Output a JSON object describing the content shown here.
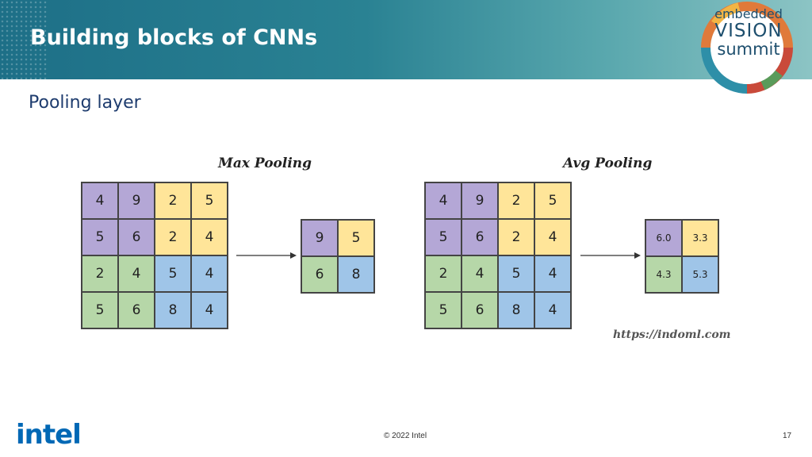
{
  "slide": {
    "title": "Building blocks of CNNs",
    "subtitle": "Pooling layer",
    "page_number": "17",
    "copyright": "© 2022 Intel",
    "logo_text": "intel",
    "badge": {
      "line1": "embedded",
      "line2": "VISION",
      "line3": "summit"
    },
    "credit": "https://indoml.com"
  },
  "colors": {
    "purple": "#b4a7d6",
    "yellow": "#ffe599",
    "green": "#b6d7a8",
    "blue": "#9fc5e8",
    "header": "#2a8293"
  },
  "max_pooling": {
    "title": "Max Pooling",
    "input": [
      [
        "4",
        "9",
        "2",
        "5"
      ],
      [
        "5",
        "6",
        "2",
        "4"
      ],
      [
        "2",
        "4",
        "5",
        "4"
      ],
      [
        "5",
        "6",
        "8",
        "4"
      ]
    ],
    "output": [
      [
        "9",
        "5"
      ],
      [
        "6",
        "8"
      ]
    ]
  },
  "avg_pooling": {
    "title": "Avg Pooling",
    "input": [
      [
        "4",
        "9",
        "2",
        "5"
      ],
      [
        "5",
        "6",
        "2",
        "4"
      ],
      [
        "2",
        "4",
        "5",
        "4"
      ],
      [
        "5",
        "6",
        "8",
        "4"
      ]
    ],
    "output": [
      [
        "6.0",
        "3.3"
      ],
      [
        "4.3",
        "5.3"
      ]
    ]
  }
}
